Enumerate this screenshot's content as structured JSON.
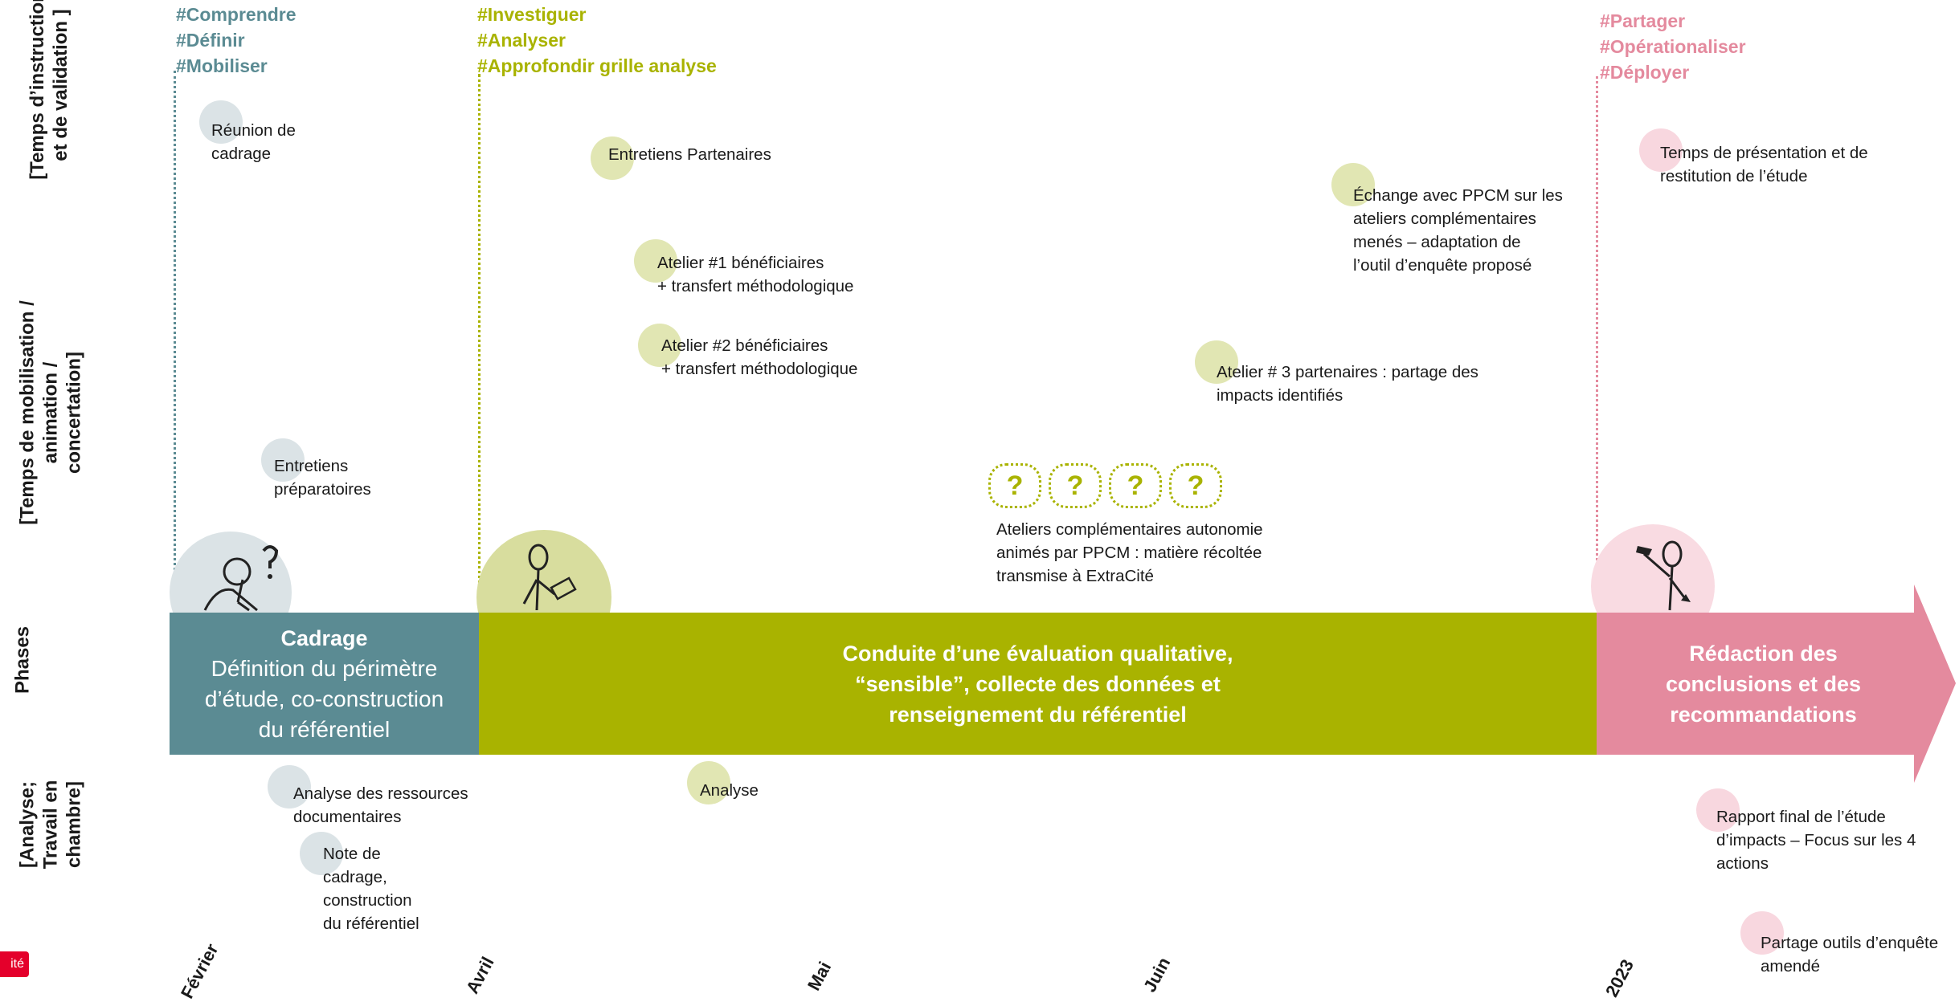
{
  "row_labels": {
    "instruction": [
      "[Temps d’instruction",
      "et de  validation ]"
    ],
    "mobilisation": [
      "[Temps de mobilisation /",
      "animation /",
      "concertation]"
    ],
    "phases": [
      "Phases"
    ],
    "analyse": [
      "[Analyse;",
      "Travail en",
      "chambre]"
    ]
  },
  "tag_groups": {
    "cadrage": [
      "#Comprendre",
      "#Définir",
      "#Mobiliser"
    ],
    "conduite": [
      "#Investiguer",
      "#Analyser",
      "#Approfondir grille analyse"
    ],
    "redaction": [
      "#Partager",
      "#Opérationaliser",
      "#Déployer"
    ]
  },
  "phases": {
    "cadrage": {
      "title": "Cadrage",
      "subtitle": "Définition du périmètre d’étude, co-construction du référentiel"
    },
    "conduite": {
      "title": "Conduite d’une évaluation qualitative, “sensible”, collecte des données et renseignement du référentiel"
    },
    "redaction": {
      "title": "Rédaction des conclusions et des recommandations"
    }
  },
  "events": {
    "reunion": "Réunion de\ncadrage",
    "entretiens_prep": "Entretiens\npréparatoires",
    "entretiens_part": "Entretiens Partenaires",
    "atelier1": "Atelier #1  bénéficiaires\n+ transfert méthodologique",
    "atelier2": "Atelier #2 bénéficiaires\n+ transfert méthodologique",
    "echange": "Échange avec PPCM sur les\nateliers complémentaires\nmenés – adaptation de\nl’outil d’enquête proposé",
    "atelier3": "Atelier # 3 partenaires : partage des\nimpacts identifiés",
    "ateliers_comp": "Ateliers complémentaires autonomie\nanimés par PPCM  : matière récoltée\ntransmise à ExtraCité",
    "temps_pres": "Temps de présentation et de\nrestitution de l’étude",
    "analyse_ress": "Analyse des ressources\ndocumentaires",
    "note": "Note de\ncadrage,\nconstruction\ndu référentiel",
    "analyse": "Analyse",
    "rapport": "Rapport final de l’étude\nd’impacts – Focus sur les 4\nactions",
    "partage": "Partage outils d’enquête\namendé"
  },
  "question_marks": [
    "?",
    "?",
    "?",
    "?"
  ],
  "months": [
    "Février",
    "Avril",
    "Mai",
    "Juin",
    "2023"
  ],
  "logo_fragment": "ité",
  "colors": {
    "cadrage": "#5b8b93",
    "conduite": "#a9b300",
    "redaction": "#e48a9e",
    "cadrage_dot": "#dbe3e6",
    "conduite_dot": "#e1e6b3",
    "redaction_dot": "#f8d7df",
    "logo": "#e4002b"
  }
}
